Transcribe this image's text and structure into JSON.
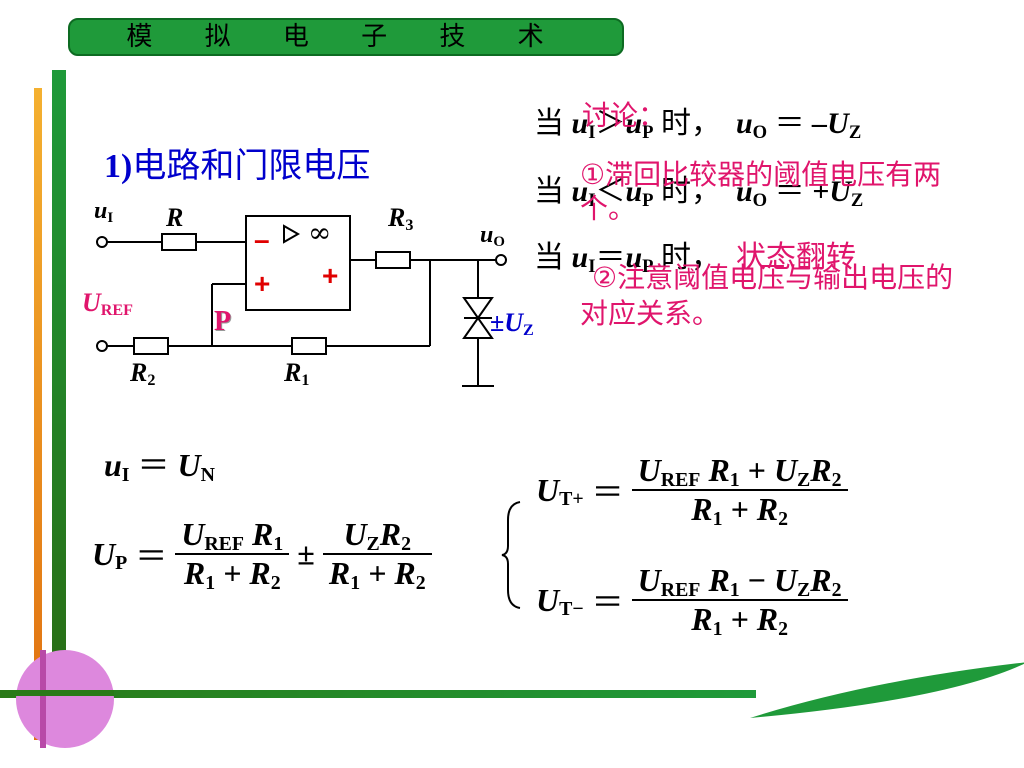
{
  "header": {
    "title": "模 拟 电 子 技 术"
  },
  "section": {
    "number": "1)",
    "title": "电路和门限电压"
  },
  "circuit": {
    "input_label": "u",
    "input_sub": "I",
    "r_label": "R",
    "r3_label": "R",
    "r3_sub": "3",
    "output_label": "u",
    "output_sub": "O",
    "uref_label": "U",
    "uref_sub": "REF",
    "p_label": "P",
    "r2_label": "R",
    "r2_sub": "2",
    "r1_label": "R",
    "r1_sub": "1",
    "zener_label": "±U",
    "zener_sub": "Z",
    "minus": "–",
    "plus1": "+",
    "plus2": "+",
    "inf": "∞"
  },
  "conditions": [
    {
      "prefix": "当",
      "lhs": "u",
      "lhs_sub": "I",
      "op": "＞",
      "rhs": "u",
      "rhs_sub": "P",
      "when": "时，",
      "out": "u",
      "out_sub": "O",
      "eq": "＝",
      "val": "–U",
      "val_sub": "Z"
    },
    {
      "prefix": "当",
      "lhs": "u",
      "lhs_sub": "I",
      "op": "＜",
      "rhs": "u",
      "rhs_sub": "P",
      "when": "时，",
      "out": "u",
      "out_sub": "O",
      "eq": "＝",
      "val": "+U",
      "val_sub": "Z"
    },
    {
      "prefix": "当",
      "lhs": "u",
      "lhs_sub": "I",
      "op": "＝",
      "rhs": "u",
      "rhs_sub": "P",
      "when": "时，",
      "state": "状态翻转"
    }
  ],
  "discussion": {
    "title": "讨论：",
    "point1": "①滞回比较器的阈值电压有两个。",
    "point2": "②注意阈值电压与输出电压的对应关系。"
  },
  "formulas": {
    "ui_eq": {
      "lhs": "u",
      "lhs_sub": "I",
      "eq": "＝",
      "rhs": "U",
      "rhs_sub": "N"
    },
    "up": {
      "lhs": "U",
      "lhs_sub": "P",
      "eq": "＝",
      "pm": "±"
    },
    "ut_plus": {
      "lhs": "U",
      "lhs_sub": "T+",
      "eq": "＝",
      "op": "+"
    },
    "ut_minus": {
      "lhs": "U",
      "lhs_sub": "T−",
      "eq": "＝",
      "op": "−"
    }
  },
  "colors": {
    "green": "#1f9a3a",
    "blue": "#0000cc",
    "pink": "#e0156c",
    "orange": "#f0a020",
    "magenta": "#dd88dd"
  }
}
